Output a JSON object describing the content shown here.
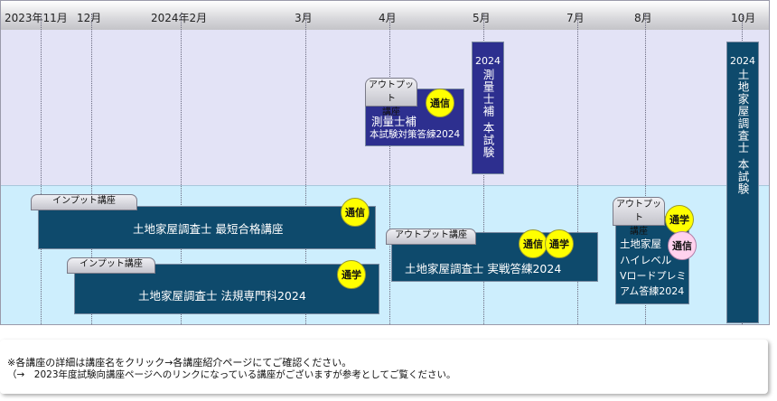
{
  "months": {
    "nov2023": "2023年11月",
    "dec": "12月",
    "feb2024": "2024年2月",
    "mar": "3月",
    "apr": "4月",
    "may": "5月",
    "jul": "7月",
    "aug": "8月",
    "oct": "10月"
  },
  "tags": {
    "output": "アウトプット講座",
    "output_l1": "アウトプット",
    "output_l2": "講座",
    "input": "インプット講座"
  },
  "badges": {
    "tsushin": "通信",
    "tsugaku": "通学"
  },
  "courses": {
    "sokuryo_taisaku": {
      "line1": "測量士補",
      "line2": "本試験対策答練2024"
    },
    "sokuryo_exam": {
      "year": "2024",
      "text": "測量士補 本試験"
    },
    "tochi_saitan": {
      "title": "土地家屋調査士 最短合格講座"
    },
    "tochi_hoki": {
      "title": "土地家屋調査士 法規専門科2024"
    },
    "tochi_jissen": {
      "title": "土地家屋調査士 実戦答練2024"
    },
    "tochi_highlevel": {
      "line1": "土地家屋",
      "line2": "ハイレベル",
      "line3": "Vロードプレミ",
      "line4": "アム答練2024"
    },
    "tochi_exam": {
      "year": "2024",
      "text": "土地家屋調査士 本試験"
    }
  },
  "notes": {
    "line1": "※各講座の詳細は講座名をクリック→各講座紹介ページにてご確認ください。",
    "line2": "（→　2023年度試験向講座ページへのリンクになっている講座がございますが参考としてご覧ください。"
  }
}
